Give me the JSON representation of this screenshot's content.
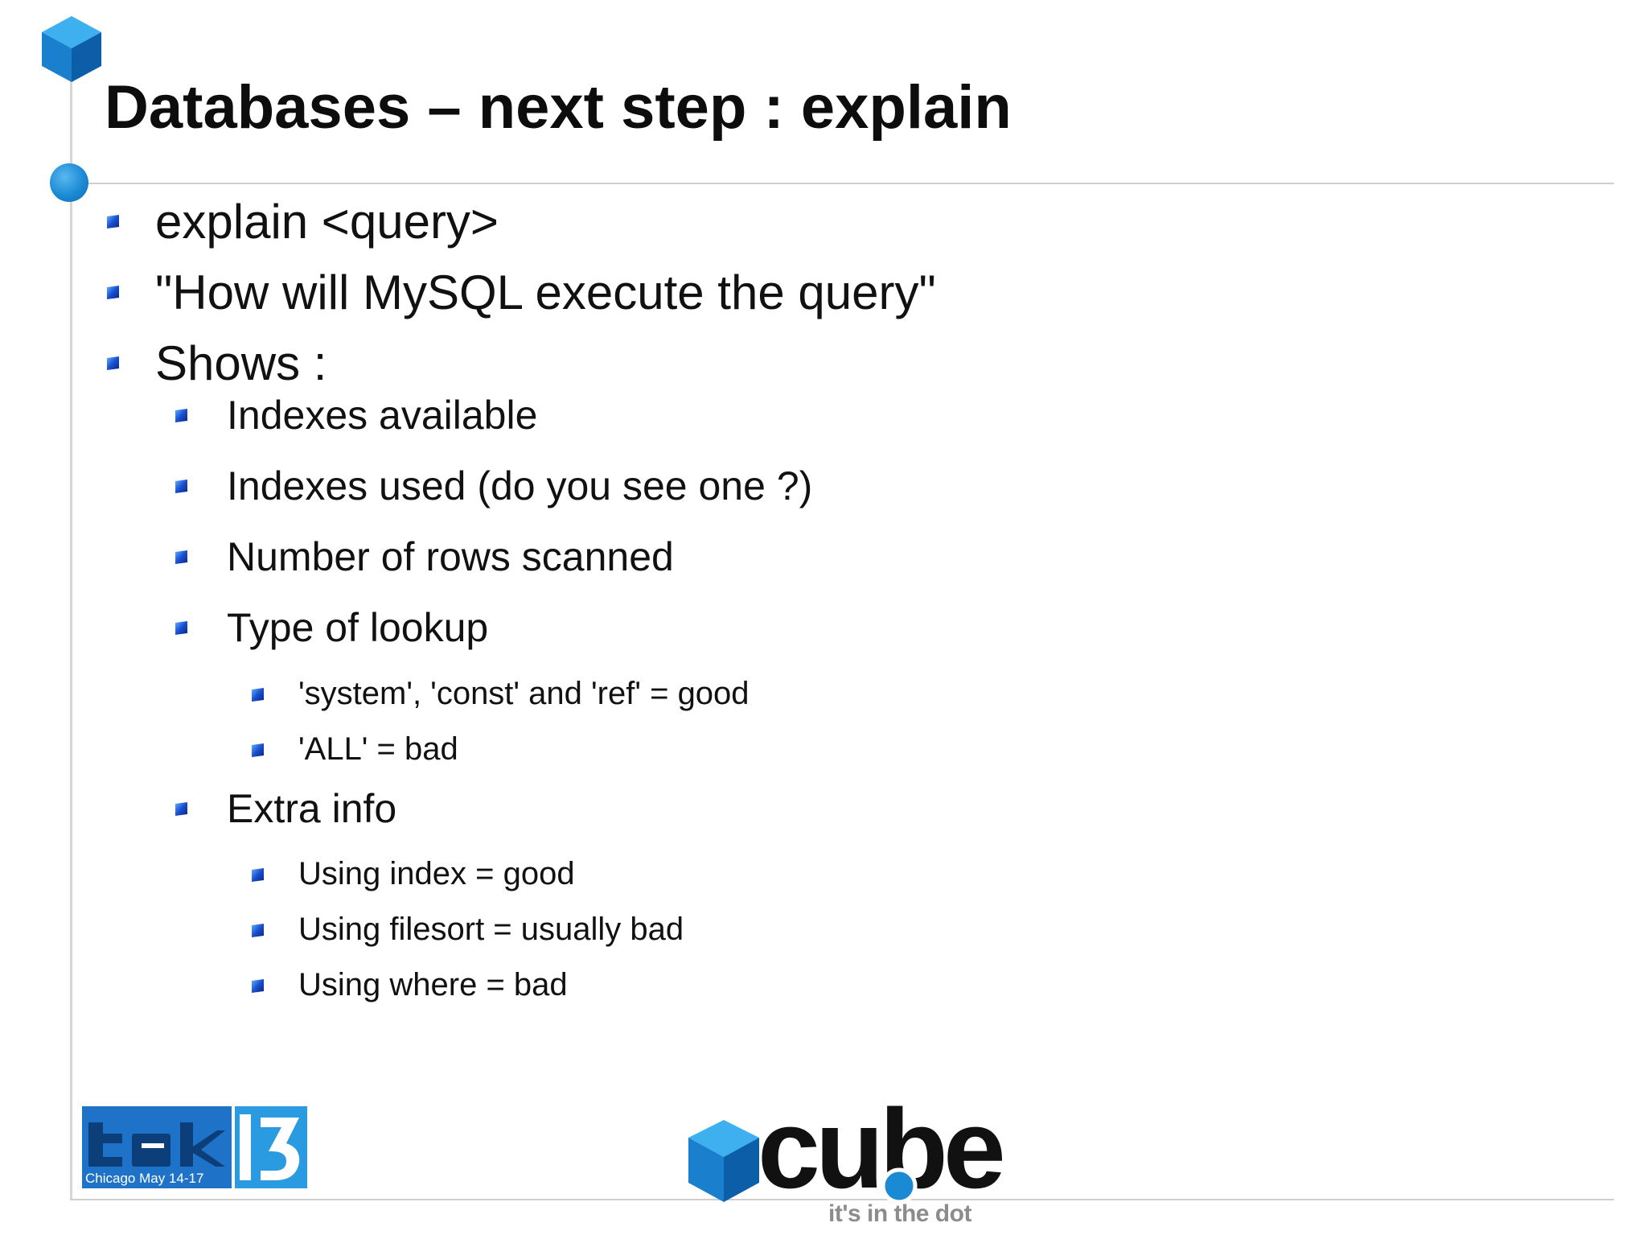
{
  "slide": {
    "title": "Databases – next step : explain",
    "items": [
      {
        "level": 1,
        "text": "explain <query>"
      },
      {
        "level": 1,
        "text": "\"How will MySQL execute the query\""
      },
      {
        "level": 1,
        "text": "Shows :"
      },
      {
        "level": 2,
        "text": "Indexes available"
      },
      {
        "level": 2,
        "text": "Indexes used (do you see one ?)"
      },
      {
        "level": 2,
        "text": "Number of rows scanned"
      },
      {
        "level": 2,
        "text": "Type of lookup"
      },
      {
        "level": 3,
        "text": "'system', 'const' and 'ref' = good"
      },
      {
        "level": 3,
        "text": "'ALL' = bad"
      },
      {
        "level": 2,
        "text": "Extra info"
      },
      {
        "level": 3,
        "text": "Using index = good"
      },
      {
        "level": 3,
        "text": "Using filesort = usually bad"
      },
      {
        "level": 3,
        "text": "Using where = bad"
      }
    ]
  },
  "footer": {
    "tek_logo": {
      "text": "tek",
      "number": "13",
      "subtitle": "Chicago May 14-17"
    },
    "cube_logo": {
      "text": "cube",
      "tagline": "it's in the dot"
    }
  },
  "colors": {
    "accent_blue": "#1b8ad4",
    "tek_blue": "#1e73c8",
    "cube_black": "#111111",
    "tagline_gray": "#8c8c8c",
    "rule_gray": "#cfcfcf"
  }
}
